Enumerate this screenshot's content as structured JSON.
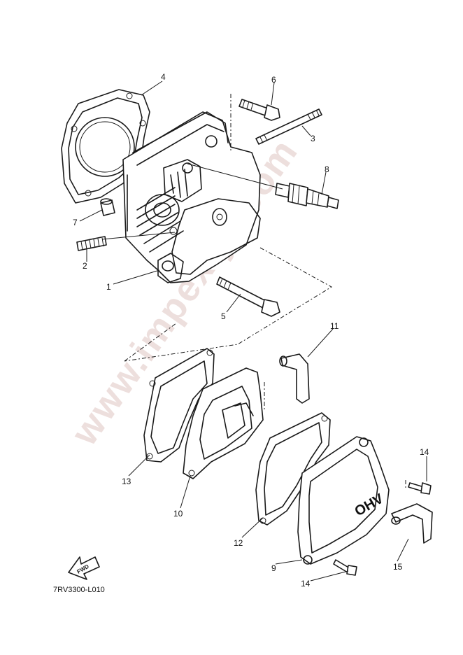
{
  "callouts": [
    {
      "id": "1",
      "label": "1"
    },
    {
      "id": "2",
      "label": "2"
    },
    {
      "id": "3",
      "label": "3"
    },
    {
      "id": "4",
      "label": "4"
    },
    {
      "id": "5",
      "label": "5"
    },
    {
      "id": "6",
      "label": "6"
    },
    {
      "id": "7",
      "label": "7"
    },
    {
      "id": "8",
      "label": "8"
    },
    {
      "id": "9",
      "label": "9"
    },
    {
      "id": "10",
      "label": "10"
    },
    {
      "id": "11",
      "label": "11"
    },
    {
      "id": "12",
      "label": "12"
    },
    {
      "id": "13",
      "label": "13"
    },
    {
      "id": "14a",
      "label": "14"
    },
    {
      "id": "14b",
      "label": "14"
    },
    {
      "id": "15",
      "label": "15"
    }
  ],
  "cover_marking": "OHV",
  "fwd_label": "FWD",
  "reference_code": "7RV3300-L010",
  "watermark": "www.impex-jp.com"
}
